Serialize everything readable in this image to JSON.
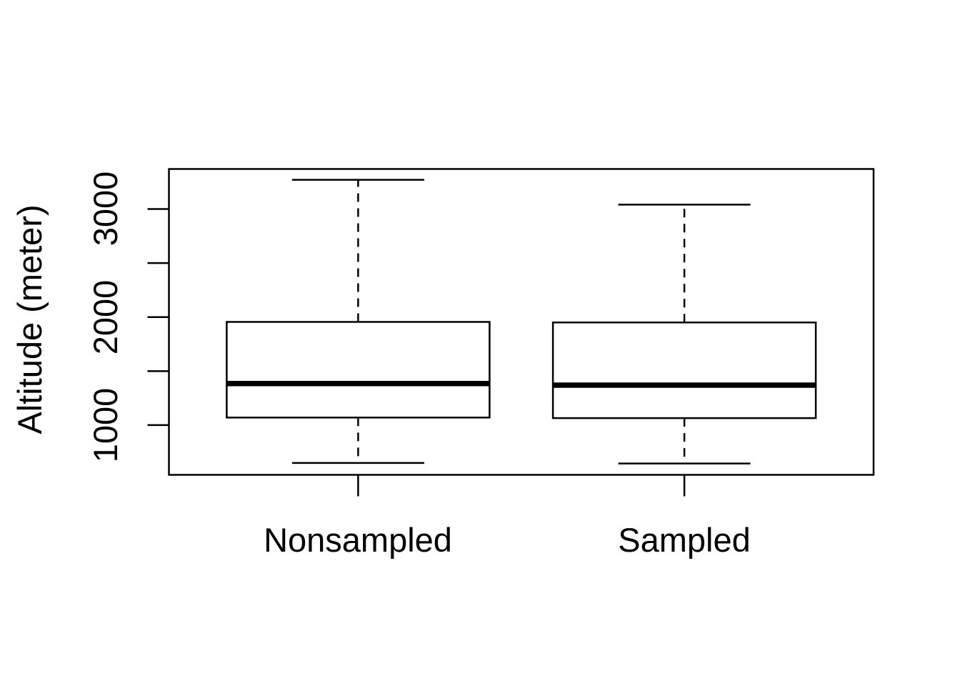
{
  "chart_data": {
    "type": "boxplot",
    "title": "",
    "xlabel": "",
    "ylabel": "Altitude (meter)",
    "orientation": "vertical",
    "categories": [
      "Nonsampled",
      "Sampled"
    ],
    "series": [
      {
        "name": "Nonsampled",
        "whisker_low": 650,
        "q1": 1070,
        "median": 1385,
        "q3": 1955,
        "whisker_high": 3270,
        "outliers": []
      },
      {
        "name": "Sampled",
        "whisker_low": 645,
        "q1": 1065,
        "median": 1370,
        "q3": 1950,
        "whisker_high": 3040,
        "outliers": []
      }
    ],
    "y_axis": {
      "range": [
        540,
        3370
      ],
      "ticks": [
        1000,
        1500,
        2000,
        2500,
        3000
      ],
      "labeled": [
        {
          "value": 1000,
          "label": "1000"
        },
        {
          "value": 2000,
          "label": "2000"
        },
        {
          "value": 3000,
          "label": "3000"
        }
      ],
      "unit": "meter"
    },
    "grid": false,
    "frame": true,
    "legend": "none",
    "colors": {
      "line": "#000000",
      "box_fill": "#ffffff",
      "background": "#ffffff"
    }
  }
}
